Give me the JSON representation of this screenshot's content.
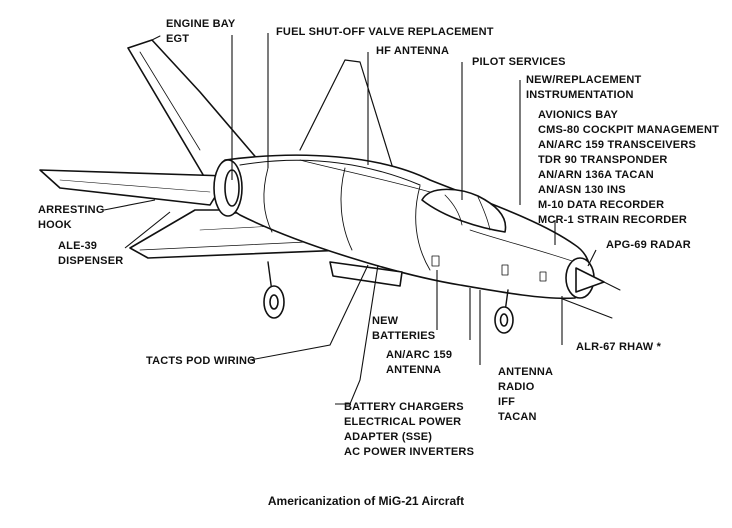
{
  "labels": {
    "engine_bay": [
      "ENGINE BAY",
      "EGT"
    ],
    "fuel_valve": [
      "FUEL SHUT-OFF VALVE REPLACEMENT"
    ],
    "hf_antenna": [
      "HF ANTENNA"
    ],
    "pilot_services": [
      "PILOT SERVICES"
    ],
    "instrumentation": [
      "NEW/REPLACEMENT",
      "INSTRUMENTATION"
    ],
    "avionics": [
      "AVIONICS BAY",
      "CMS-80 COCKPIT MANAGEMENT",
      "AN/ARC 159 TRANSCEIVERS",
      "TDR 90 TRANSPONDER",
      "AN/ARN 136A TACAN",
      "AN/ASN 130 INS",
      "M-10 DATA RECORDER",
      "MCR-1 STRAIN RECORDER"
    ],
    "radar": [
      "APG-69 RADAR"
    ],
    "arresting_hook": [
      "ARRESTING",
      "HOOK"
    ],
    "ale_dispenser": [
      "ALE-39",
      "DISPENSER"
    ],
    "new_batteries": [
      "NEW",
      "BATTERIES"
    ],
    "arc_antenna": [
      "AN/ARC 159",
      "ANTENNA"
    ],
    "antenna_radio": [
      "ANTENNA",
      "RADIO",
      "IFF",
      "TACAN"
    ],
    "rhaw": [
      "ALR-67 RHAW *"
    ],
    "tacts": [
      "TACTS POD WIRING"
    ],
    "battery_chargers": [
      "BATTERY CHARGERS",
      "ELECTRICAL POWER",
      "ADAPTER (SSE)",
      "AC POWER INVERTERS"
    ]
  },
  "caption": "Americanization of MiG-21 Aircraft"
}
